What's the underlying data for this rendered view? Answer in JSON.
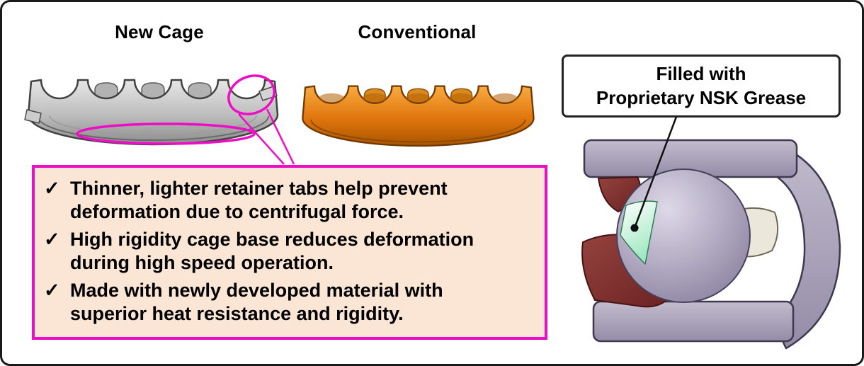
{
  "figure": {
    "cages": {
      "new_label": "New Cage",
      "conventional_label": "Conventional"
    },
    "callout": {
      "check_icon": "✓",
      "bullets": [
        {
          "lines": [
            "Thinner, lighter retainer tabs help prevent",
            "deformation due to centrifugal force."
          ]
        },
        {
          "lines": [
            "High rigidity cage base reduces deformation",
            "during high speed operation."
          ]
        },
        {
          "lines": [
            "Made with newly developed material with",
            "superior heat resistance and rigidity."
          ]
        }
      ]
    },
    "grease_label": {
      "lines": [
        "Filled with",
        "Proprietary NSK Grease"
      ]
    }
  },
  "colors": {
    "frame_border": "#1a1a1a",
    "highlight_magenta": "#ed0dc6",
    "callout_border": "#ed0dc6",
    "callout_bg": "#fbe5d4",
    "new_cage_gray": "#bdbdbd",
    "conventional_orange": "#e0750c",
    "bearing_lavender": "#a9a1b8",
    "seal_maroon": "#7c2d2c",
    "grease_mint": "#aef0cf",
    "text_black": "#000000"
  }
}
